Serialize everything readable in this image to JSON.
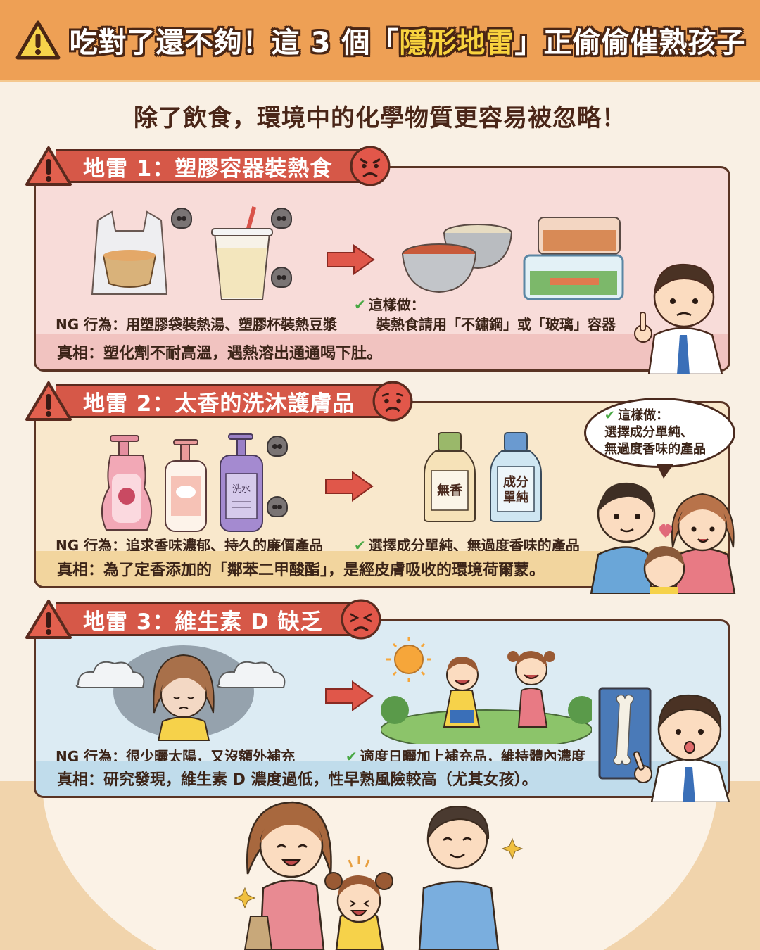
{
  "header": {
    "icon": "warning-triangle-icon",
    "title_pre": "吃對了還不夠！這 3 個「",
    "title_highlight": "隱形地雷",
    "title_post": "」正偷偷催熟孩子",
    "bg_color": "#eea055",
    "highlight_color": "#f8d33e"
  },
  "subtitle": "除了飲食，環境中的化學物質更容易被忽略！",
  "sections": [
    {
      "banner": "地雷 1：塑膠容器裝熱食",
      "face_icon": "angry-face-icon",
      "ng": "NG 行為：用塑膠袋裝熱湯、塑膠杯裝熱豆漿",
      "ok_title": "這樣做：",
      "ok_text": "裝熱食請用「不鏽鋼」或「玻璃」容器",
      "truth": "真相：塑化劑不耐高溫，遇熱溶出通通喝下肚。",
      "bad_illustrations": [
        "plastic-bag-soup-icon",
        "plastic-cup-soymilk-icon"
      ],
      "good_illustrations": [
        "steel-bowls-icon",
        "glass-containers-icon"
      ],
      "bg_color": "#f8dcd9"
    },
    {
      "banner": "地雷 2：太香的洗沐護膚品",
      "face_icon": "worried-face-icon",
      "ng": "NG 行為：追求香味濃郁、持久的廉價產品",
      "ok_text": "選擇成分單純、無過度香味的產品",
      "truth": "真相：為了定香添加的「鄰苯二甲酸酯」，是經皮膚吸收的環境荷爾蒙。",
      "bottle_purple_label": "洗水",
      "bottle_fragrance_free_label": "無香",
      "bottle_simple_label_1": "成分",
      "bottle_simple_label_2": "單純",
      "bubble": {
        "title": "這樣做：",
        "line1": "選擇成分單純、",
        "line2": "無過度香味的產品"
      },
      "bg_color": "#f9e8cc"
    },
    {
      "banner": "地雷 3：維生素 D 缺乏",
      "face_icon": "crying-face-icon",
      "ng": "NG 行為：很少曬太陽，又沒額外補充",
      "ok_text": "適度日曬加上補充品，維持體內濃度",
      "truth": "真相：研究發現，維生素 D 濃度過低，性早熟風險較高（尤其女孩）。",
      "bad_illustrations": [
        "sad-girl-clouds-icon"
      ],
      "good_illustrations": [
        "kids-playing-sun-icon",
        "doctor-xray-icon"
      ],
      "bg_color": "#dcebf3"
    }
  ],
  "footer": {
    "illustration": "happy-family-icon"
  }
}
